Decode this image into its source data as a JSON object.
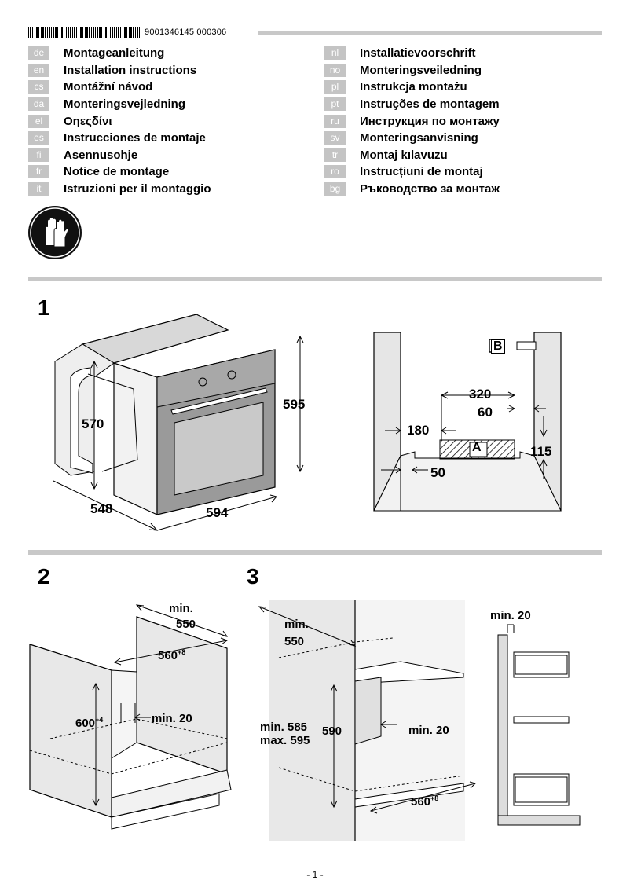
{
  "header": {
    "barcode_number": "9001346145 000306"
  },
  "languages_left": [
    {
      "code": "de",
      "title": "Montageanleitung"
    },
    {
      "code": "en",
      "title": "Installation instructions"
    },
    {
      "code": "cs",
      "title": "Montážní návod"
    },
    {
      "code": "da",
      "title": "Monteringsvejledning"
    },
    {
      "code": "el",
      "title": "Οηεςδίνι"
    },
    {
      "code": "es",
      "title": "Instrucciones de montaje"
    },
    {
      "code": "fi",
      "title": "Asennusohje"
    },
    {
      "code": "fr",
      "title": "Notice de montage"
    },
    {
      "code": "it",
      "title": "Istruzioni per il montaggio"
    }
  ],
  "languages_right": [
    {
      "code": "nl",
      "title": "Installatievoorschrift"
    },
    {
      "code": "no",
      "title": "Monteringsveiledning"
    },
    {
      "code": "pl",
      "title": "Instrukcja montażu"
    },
    {
      "code": "pt",
      "title": "Instruções de montagem"
    },
    {
      "code": "ru",
      "title": "Инструкция по монтажу"
    },
    {
      "code": "sv",
      "title": "Monteringsanvisning"
    },
    {
      "code": "tr",
      "title": "Montaj kılavuzu"
    },
    {
      "code": "ro",
      "title": "Instrucțiuni de montaj"
    },
    {
      "code": "bg",
      "title": "Ръководство за монтаж"
    }
  ],
  "icons": {
    "safety": "gloves-icon"
  },
  "figure1": {
    "number": "1",
    "dim_height_inner": "570",
    "dim_height": "595",
    "dim_depth": "548",
    "dim_width": "594",
    "cabinet": {
      "label_a": "A",
      "label_b": "B",
      "d320": "320",
      "d60": "60",
      "d180": "180",
      "d115": "115",
      "d50": "50"
    }
  },
  "figure2": {
    "number": "2",
    "min_label": "min.",
    "min_value": "550",
    "width": "560",
    "width_tol": "+8",
    "height": "600",
    "height_tol": "+4",
    "gap": "min. 20"
  },
  "figure3": {
    "number": "3",
    "min_label": "min.",
    "min_value": "550",
    "min_height": "min. 585",
    "max_height": "max. 595",
    "height": "590",
    "gap": "min. 20",
    "width": "560",
    "width_tol": "+8",
    "side_gap": "min. 20"
  },
  "footer": {
    "page": "- 1 -"
  }
}
